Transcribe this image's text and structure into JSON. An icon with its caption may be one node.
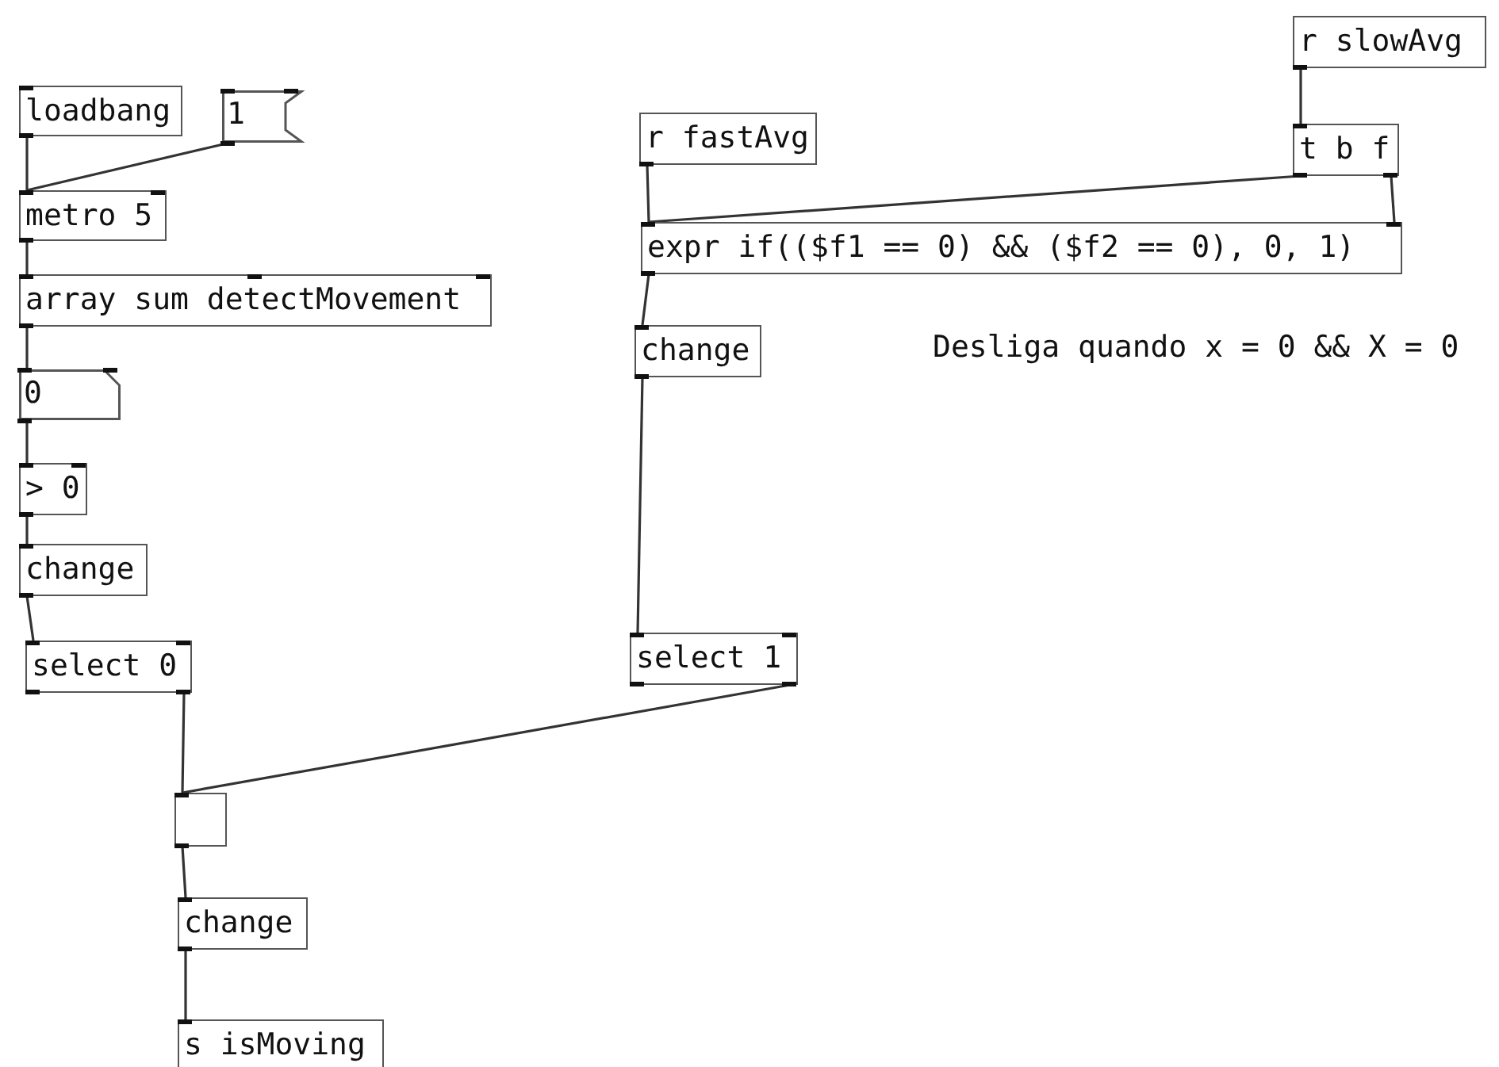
{
  "diagram": {
    "nodes": [
      {
        "text": [
          "loadbang"
        ]
      },
      {
        "text": [
          "1"
        ]
      },
      {
        "text": [
          "metro 5"
        ]
      },
      {
        "text": [
          "array sum detectMovement"
        ]
      },
      {
        "text": [
          "0"
        ]
      },
      {
        "text": [
          "> 0"
        ]
      },
      {
        "text": [
          "change"
        ]
      },
      {
        "text": [
          "select 0"
        ]
      },
      {
        "text": [
          "r fastAvg"
        ]
      },
      {
        "text": [
          "r slowAvg"
        ]
      },
      {
        "text": [
          "t b f"
        ]
      },
      {
        "text": [
          "expr if(($f1 == 0) && ($f2 == 0), 0, 1)"
        ]
      },
      {
        "text": [
          "change"
        ]
      },
      {
        "text": [
          "select 1"
        ]
      },
      {
        "text": [],
        "shape": "box"
      },
      {
        "text": [
          "change"
        ]
      },
      {
        "text": [
          "s isMoving"
        ]
      }
    ],
    "edges": [
      {
        "from": 0,
        "to": 2,
        "arrow": "none"
      },
      {
        "from": 1,
        "to": 2,
        "arrow": "none"
      },
      {
        "from": 2,
        "to": 3,
        "arrow": "none"
      },
      {
        "from": 3,
        "to": 4,
        "arrow": "none"
      },
      {
        "from": 4,
        "to": 5,
        "arrow": "none"
      },
      {
        "from": 5,
        "to": 6,
        "arrow": "none"
      },
      {
        "from": 6,
        "to": 7,
        "arrow": "none"
      },
      {
        "from": 7,
        "to": 14,
        "arrow": "none"
      },
      {
        "from": 8,
        "to": 11,
        "arrow": "none"
      },
      {
        "from": 9,
        "to": 10,
        "arrow": "none"
      },
      {
        "from": 10,
        "to": 11,
        "arrow": "none"
      },
      {
        "from": 10,
        "to": 11,
        "arrow": "none"
      },
      {
        "from": 11,
        "to": 12,
        "arrow": "none"
      },
      {
        "from": 12,
        "to": 13,
        "arrow": "none"
      },
      {
        "from": 13,
        "to": 14,
        "arrow": "none"
      },
      {
        "from": 14,
        "to": 15,
        "arrow": "none"
      },
      {
        "from": 15,
        "to": 16,
        "arrow": "none"
      }
    ],
    "labels": [
      "Desliga quando x = 0 && X = 0"
    ]
  }
}
